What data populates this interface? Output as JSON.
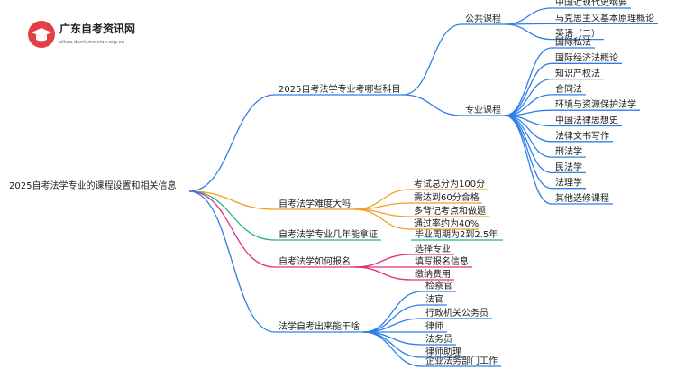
{
  "logo": {
    "title": "广东自考资讯网",
    "subtitle": "zikao.danlumeixiao.org.cn"
  },
  "colors": {
    "blue": "#2f7fe6",
    "orange": "#f0a020",
    "green": "#24b57a",
    "pink": "#e0327a"
  },
  "mindmap": {
    "root": "2025自考法学专业的课程设置和相关信息",
    "branches": [
      {
        "label": "2025自考法学专业考哪些科目",
        "color": "blue",
        "children": [
          {
            "label": "公共课程",
            "children": [
              "中国近现代史纲要",
              "马克思主义基本原理概论",
              "英语（二）"
            ]
          },
          {
            "label": "专业课程",
            "children": [
              "国际私法",
              "国际经济法概论",
              "知识产权法",
              "合同法",
              "环境与资源保护法学",
              "中国法律思想史",
              "法律文书写作",
              "刑法学",
              "民法学",
              "法理学",
              "其他选修课程"
            ]
          }
        ]
      },
      {
        "label": "自考法学难度大吗",
        "color": "orange",
        "children": [
          "考试总分为100分",
          "需达到60分合格",
          "多背记考点和做题",
          "通过率约为40%"
        ]
      },
      {
        "label": "自考法学专业几年能拿证",
        "color": "green",
        "children": [
          "毕业周期为2到2.5年"
        ]
      },
      {
        "label": "自考法学如何报名",
        "color": "pink",
        "children": [
          "选择专业",
          "填写报名信息",
          "缴纳费用"
        ]
      },
      {
        "label": "法学自考出来能干啥",
        "color": "blue",
        "children": [
          "检察官",
          "法官",
          "行政机关公务员",
          "律师",
          "法务员",
          "律师助理",
          "企业法务部门工作"
        ]
      }
    ]
  }
}
